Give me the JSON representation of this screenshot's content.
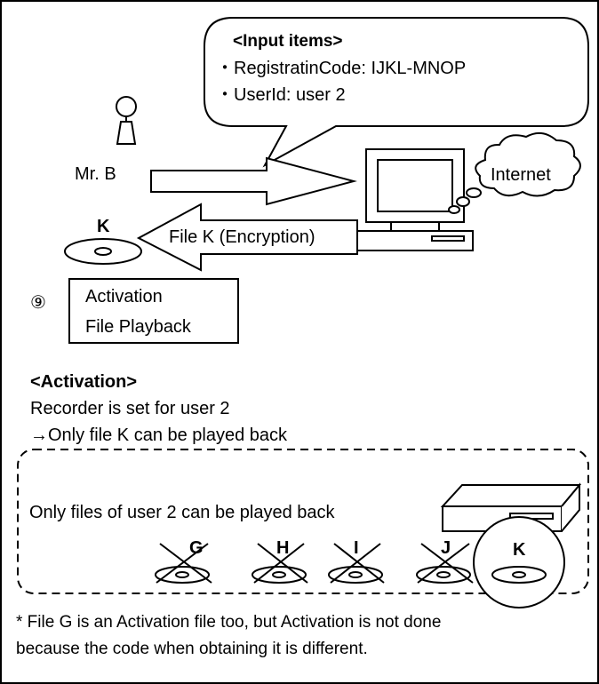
{
  "input_bubble": {
    "title": "<Input items>",
    "items": [
      "RegistratinCode: IJKL-MNOP",
      "UserId: user 2"
    ]
  },
  "user_label": "Mr. B",
  "internet_label": "Internet",
  "disc_k_label": "K",
  "file_arrow_label": "File K (Encryption)",
  "step": {
    "marker": "⑨",
    "lines": [
      "Activation",
      "File Playback"
    ]
  },
  "activation": {
    "heading": "<Activation>",
    "line1": "Recorder is set for user 2",
    "arrow_glyph": "→",
    "line2": "Only file K can be played back"
  },
  "playback_box": {
    "caption": "Only files of user 2 can be played back",
    "discs": [
      {
        "label": "G",
        "playable": false
      },
      {
        "label": "H",
        "playable": false
      },
      {
        "label": "I",
        "playable": false
      },
      {
        "label": "J",
        "playable": false
      },
      {
        "label": "K",
        "playable": true
      }
    ]
  },
  "footnote": {
    "line1": "* File G is an Activation file too, but Activation is not done",
    "line2": "because the code when obtaining it is different."
  }
}
